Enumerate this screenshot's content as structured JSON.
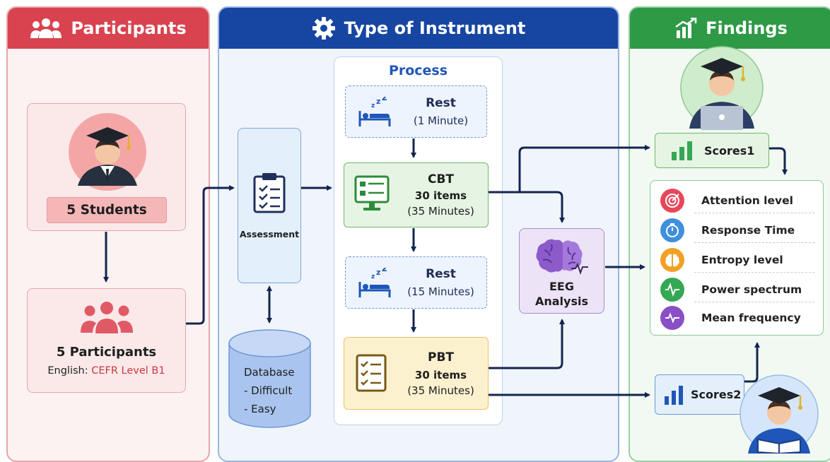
{
  "participants": {
    "header": "Participants",
    "students_label": "5 Students",
    "participants_title": "5 Participants",
    "english_prefix": "English:",
    "english_level": "CEFR Level B1"
  },
  "instrument": {
    "header": "Type of Instrument",
    "assessment_label": "Assessment",
    "database": {
      "title": "Database",
      "items": [
        "- Difficult",
        "- Easy"
      ]
    },
    "process": {
      "title": "Process",
      "rest1": {
        "title": "Rest",
        "duration": "(1 Minute)"
      },
      "cbt": {
        "title": "CBT",
        "items": "30 items",
        "duration": "(35 Minutes)"
      },
      "rest2": {
        "title": "Rest",
        "duration": "(15 Minutes)"
      },
      "pbt": {
        "title": "PBT",
        "items": "30 items",
        "duration": "(35 Minutes)"
      }
    },
    "eeg": {
      "line1": "EEG",
      "line2": "Analysis"
    }
  },
  "findings": {
    "header": "Findings",
    "scores1": "Scores1",
    "scores2": "Scores2",
    "metrics": [
      {
        "label": "Attention level",
        "icon": "target-icon",
        "color": "#e8475a"
      },
      {
        "label": "Response Time",
        "icon": "stopwatch-icon",
        "color": "#3f8fdc"
      },
      {
        "label": "Entropy level",
        "icon": "brain-icon",
        "color": "#f2a024"
      },
      {
        "label": "Power spectrum",
        "icon": "waveform-icon",
        "color": "#34a853"
      },
      {
        "label": "Mean frequency",
        "icon": "pulse-icon",
        "color": "#8a4fc7"
      }
    ]
  },
  "colors": {
    "participants": "#d9434f",
    "instrument": "#1746a2",
    "findings": "#2e9a46",
    "arrow": "#13254f"
  }
}
